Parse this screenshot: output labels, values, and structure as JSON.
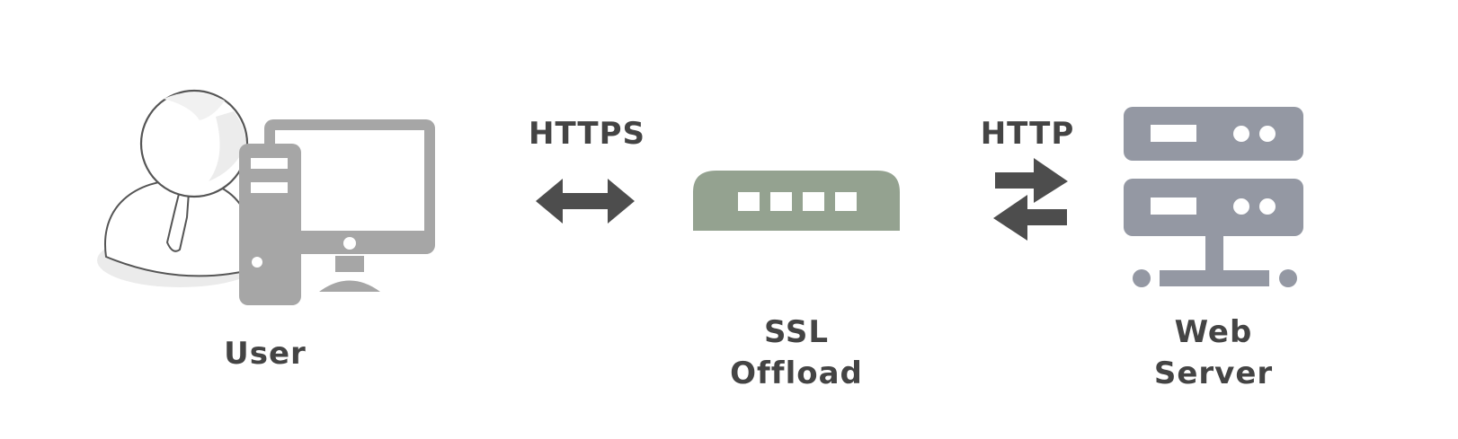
{
  "nodes": [
    {
      "id": "user",
      "label": "User",
      "icon": "user-computer-icon"
    },
    {
      "id": "ssl",
      "label_lines": [
        "SSL",
        "Offload"
      ],
      "icon": "ssl-offload-device-icon"
    },
    {
      "id": "web",
      "label_lines": [
        "Web",
        "Server"
      ],
      "icon": "server-rack-icon"
    }
  ],
  "links": [
    {
      "label": "HTTPS",
      "icon": "bidirectional-arrow-icon"
    },
    {
      "label": "HTTP",
      "icon": "exchange-arrows-icon"
    }
  ],
  "colors": {
    "text": "#444444",
    "device_gray": "#a6a6a6",
    "ssl_green": "#94a290",
    "server_gray": "#9498a3",
    "arrow": "#4d4d4d"
  }
}
